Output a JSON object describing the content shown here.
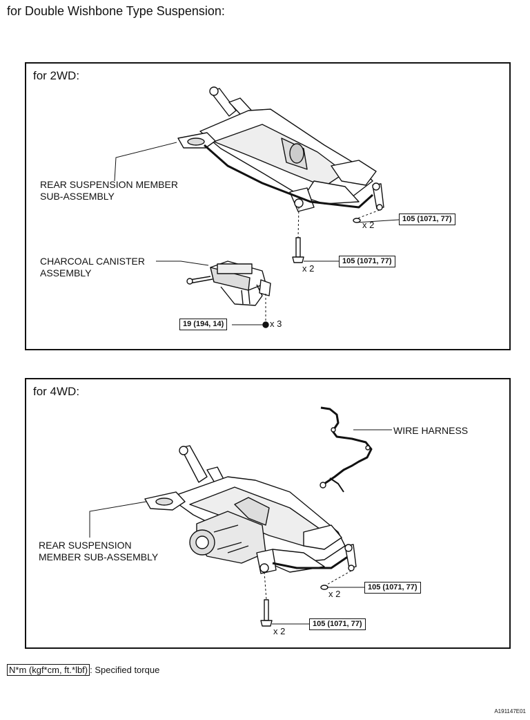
{
  "title": "for Double Wishbone Type Suspension:",
  "panel_2wd": {
    "heading": "for 2WD:",
    "member_label_1": "REAR SUSPENSION MEMBER",
    "member_label_2": "SUB-ASSEMBLY",
    "canister_label_1": "CHARCOAL CANISTER",
    "canister_label_2": "ASSEMBLY",
    "torque_nut": "105 (1071, 77)",
    "qty_nut": "x 2",
    "torque_bolt": "105 (1071, 77)",
    "qty_bolt": "x 2",
    "torque_canister": "19 (194, 14)",
    "qty_canister": "x 3"
  },
  "panel_4wd": {
    "heading": "for 4WD:",
    "harness_label": "WIRE HARNESS",
    "member_label_1": "REAR SUSPENSION",
    "member_label_2": "MEMBER SUB-ASSEMBLY",
    "torque_nut": "105 (1071, 77)",
    "qty_nut": "x 2",
    "torque_bolt": "105 (1071, 77)",
    "qty_bolt": "x 2"
  },
  "legend": {
    "unit_box": "N*m (kgf*cm, ft.*lbf)",
    "text": ": Specified torque"
  },
  "doc_id": "A191147E01"
}
